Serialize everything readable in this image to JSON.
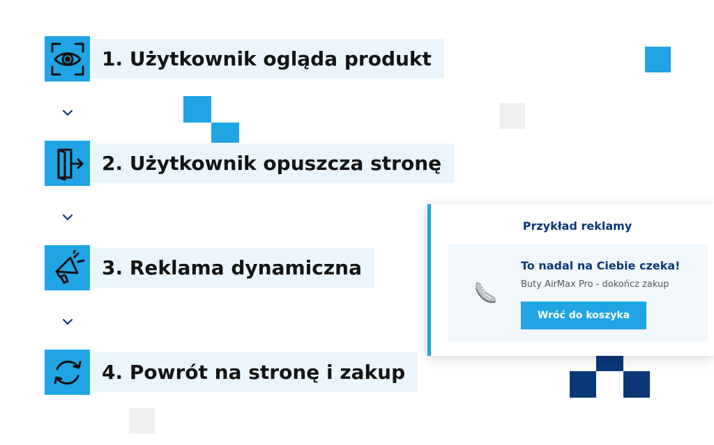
{
  "colors": {
    "accent": "#20a4e4",
    "navy": "#0a3778",
    "label_bg": "#eaf6fb",
    "deco_gray": "#f0f0f0"
  },
  "steps": [
    {
      "label": "1. Użytkownik ogląda produkt",
      "icon": "eye-icon"
    },
    {
      "label": "2. Użytkownik opuszcza stronę",
      "icon": "exit-door-icon"
    },
    {
      "label": "3. Reklama dynamiczna",
      "icon": "megaphone-icon"
    },
    {
      "label": "4. Powrót na stronę i zakup",
      "icon": "refresh-icon"
    }
  ],
  "connector_icon": "chevron-down-icon",
  "ad": {
    "title": "Przykład reklamy",
    "headline": "To nadal na Ciebie czeka!",
    "subtext": "Buty AirMax Pro - dokończ zakup",
    "button_label": "Wróć do koszyka",
    "image_icon": "sneaker-icon"
  }
}
